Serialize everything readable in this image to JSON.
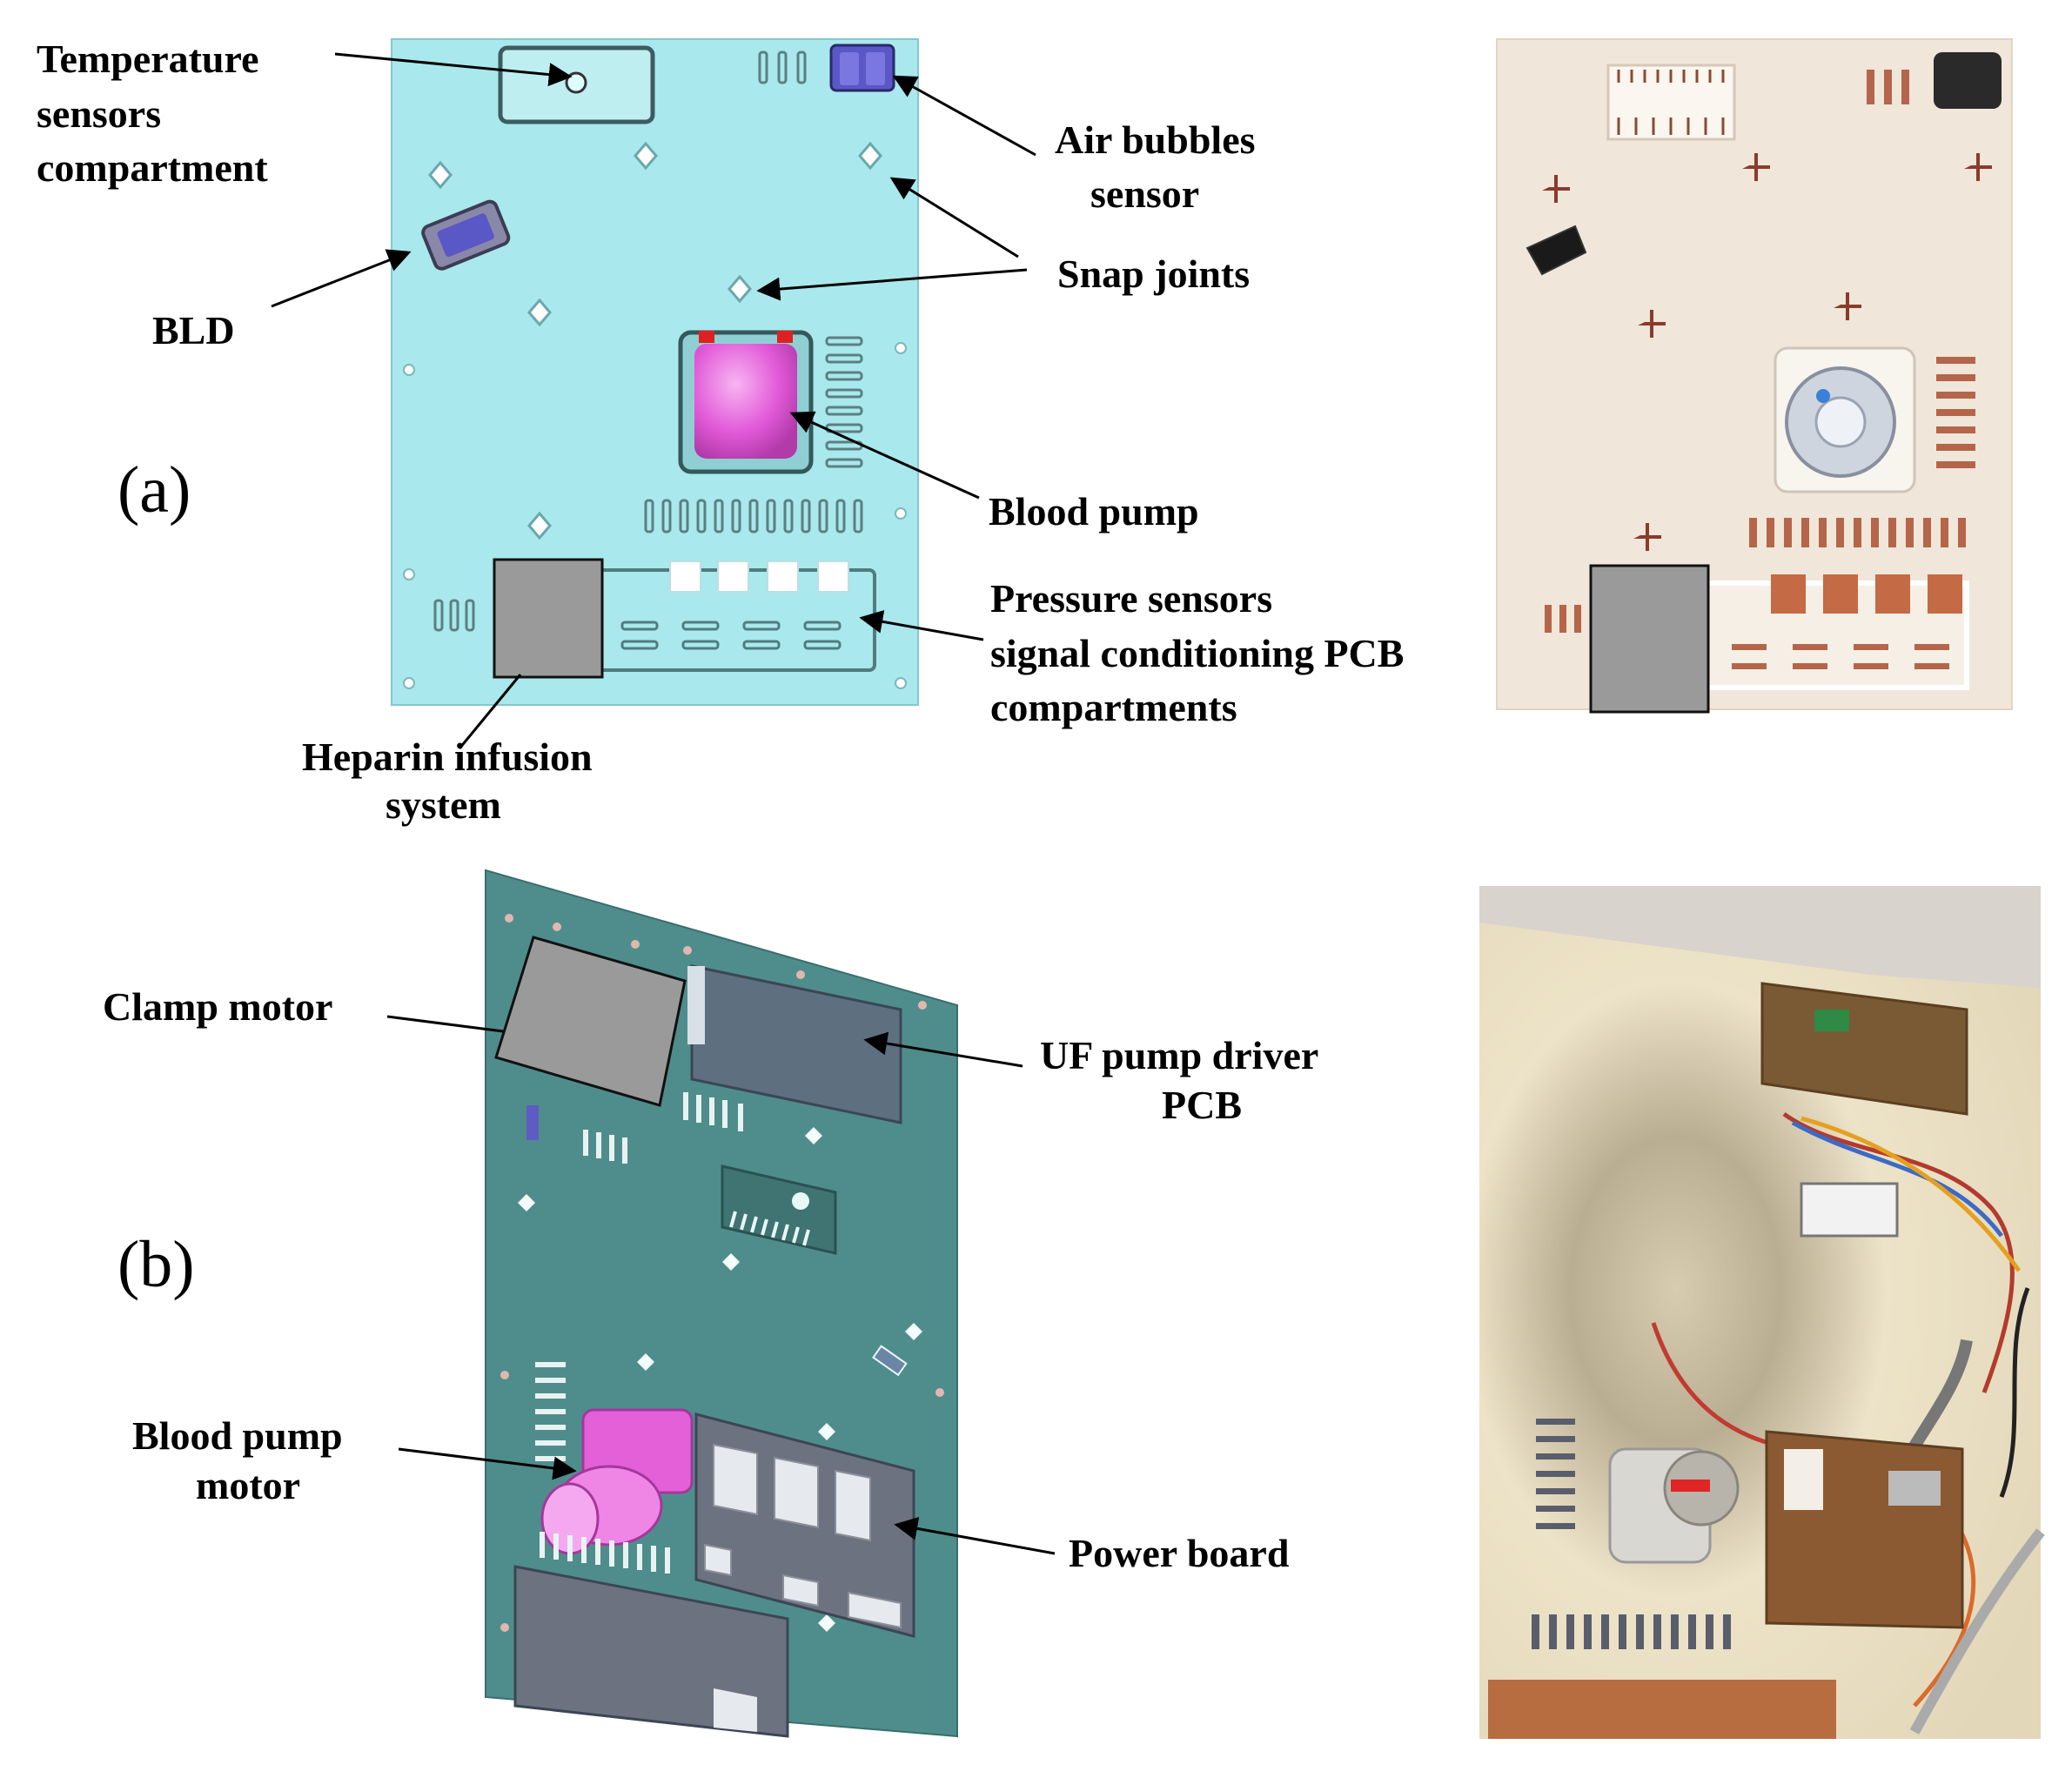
{
  "panel_a": {
    "label": "(a)",
    "callouts": {
      "temperature": [
        "Temperature",
        "sensors",
        "compartment"
      ],
      "air_bubbles": [
        "Air bubbles",
        "sensor"
      ],
      "snap_joints": "Snap joints",
      "bld": "BLD",
      "blood_pump": "Blood pump",
      "pressure": [
        "Pressure sensors",
        "signal conditioning PCB",
        "compartments"
      ],
      "heparin": [
        "Heparin infusion",
        "system"
      ]
    }
  },
  "panel_b": {
    "label": "(b)",
    "callouts": {
      "clamp_motor": "Clamp motor",
      "uf_pump": [
        "UF pump driver",
        "PCB"
      ],
      "blood_pump_motor": [
        "Blood pump",
        "motor"
      ],
      "power_board": "Power board"
    }
  },
  "colors": {
    "cad_panel_a": "#a9e8ec",
    "photo_panel_a": "#f0e6da",
    "cad_panel_b": "#4f8d8c",
    "photo_panel_b": "#e8dcc0",
    "pump_magenta": "#e25ad9",
    "redaction_gray": "#9a9a9a"
  }
}
